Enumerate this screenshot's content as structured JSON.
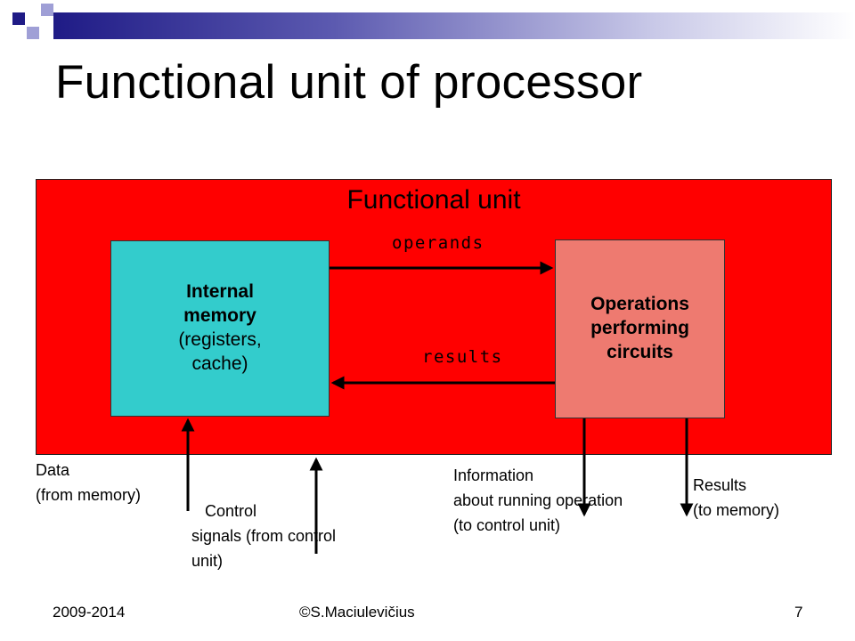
{
  "slide": {
    "title": "Functional unit of processor"
  },
  "diagram": {
    "panel_title": "Functional unit",
    "internal_memory": {
      "line1": "Internal",
      "line2": "memory",
      "line3": "(registers,",
      "line4": "cache)"
    },
    "operations": {
      "line1": "Operations",
      "line2": "performing",
      "line3": "circuits"
    },
    "arrow_operands": "operands",
    "arrow_results": "results",
    "data_in": "Data\n(from memory)",
    "control_in": "   Control\nsignals (from control\nunit)",
    "info_out": "Information\nabout running operation\n(to control unit)",
    "results_out": "Results\n(to memory)"
  },
  "footer": {
    "date": "2009-2014",
    "author": "©S.Maciulevičius",
    "page": "7"
  },
  "colors": {
    "panel": "#ff0000",
    "memory_box": "#33cccc",
    "operations_box": "#ee7a70",
    "header_accent": "#1f1b86"
  }
}
